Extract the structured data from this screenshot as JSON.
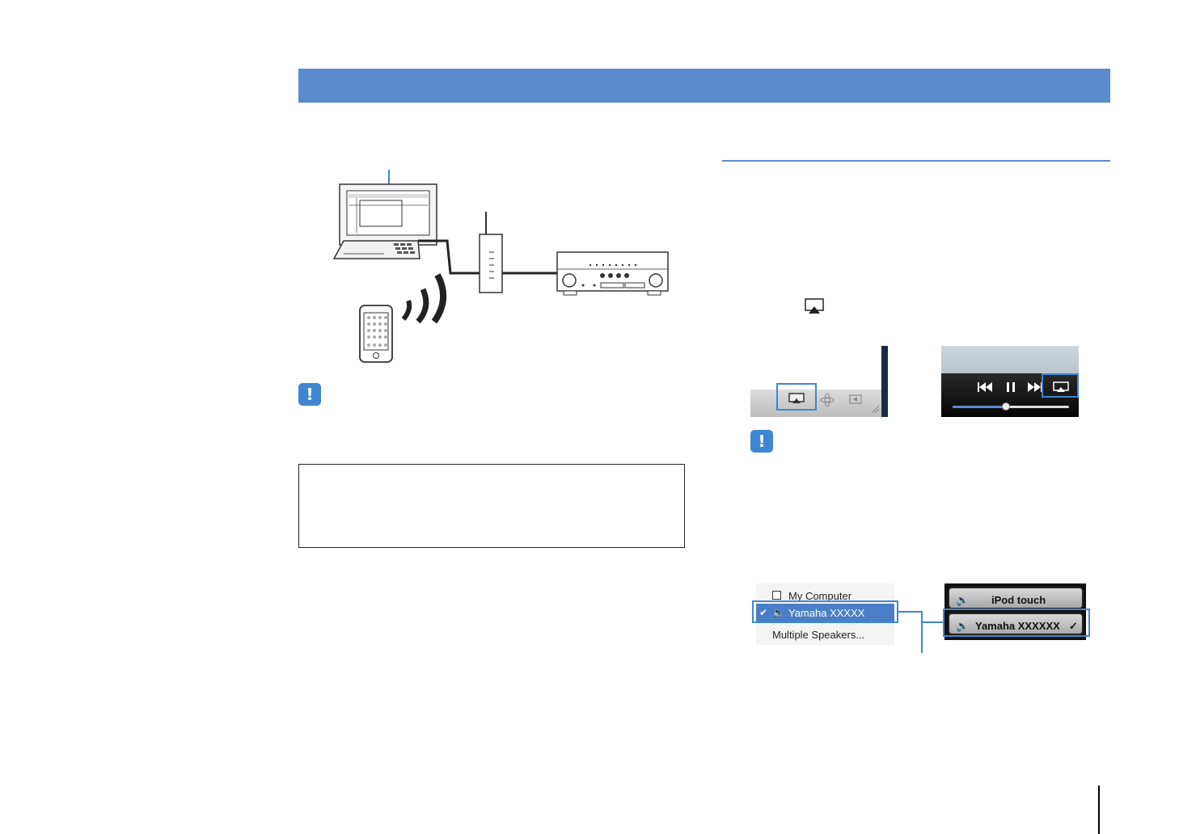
{
  "header": {
    "section_title": ""
  },
  "network_diagram": {
    "devices": [
      "computer",
      "router",
      "av-receiver",
      "ios-device"
    ]
  },
  "screenshots": {
    "itunes": {
      "icons": [
        "airplay-icon",
        "visualizer-icon",
        "artwork-icon"
      ]
    },
    "ios": {
      "controls": [
        "previous-icon",
        "pause-icon",
        "next-icon",
        "airplay-icon"
      ],
      "progress": 0.46
    }
  },
  "speaker_menu_mac": {
    "items": [
      {
        "label": "My Computer",
        "checked": false
      },
      {
        "label": "Yamaha  XXXXX",
        "checked": true
      },
      {
        "label": "Multiple Speakers..."
      }
    ]
  },
  "speaker_menu_ios": {
    "items": [
      {
        "label": "iPod touch",
        "checked": false
      },
      {
        "label": "Yamaha XXXXXX",
        "checked": true
      }
    ],
    "checkmark": "✓"
  },
  "colors": {
    "accent": "#5b8bcf",
    "caution": "#3f86d1",
    "highlight": "#3f86d1"
  }
}
